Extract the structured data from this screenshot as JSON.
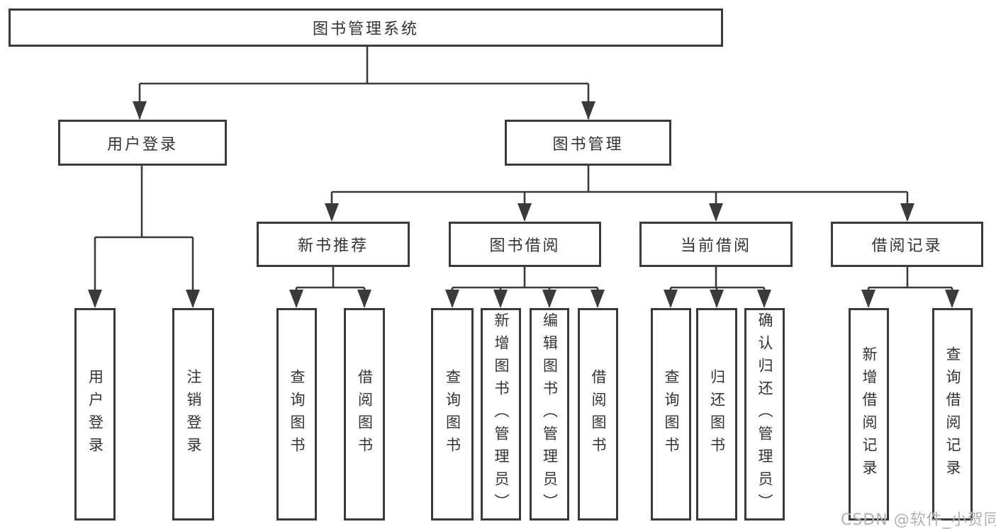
{
  "diagram": {
    "root": {
      "label": "图书管理系统",
      "children": [
        {
          "label": "用户登录",
          "children": [
            {
              "label": "用户登录"
            },
            {
              "label": "注销登录"
            }
          ]
        },
        {
          "label": "图书管理",
          "children": [
            {
              "label": "新书推荐",
              "children": [
                {
                  "label": "查询图书"
                },
                {
                  "label": "借阅图书"
                }
              ]
            },
            {
              "label": "图书借阅",
              "children": [
                {
                  "label": "查询图书"
                },
                {
                  "label": "新增图书（管理员）"
                },
                {
                  "label": "编辑图书（管理员）"
                },
                {
                  "label": "借阅图书"
                }
              ]
            },
            {
              "label": "当前借阅",
              "children": [
                {
                  "label": "查询图书"
                },
                {
                  "label": "归还图书"
                },
                {
                  "label": "确认归还（管理员）"
                }
              ]
            },
            {
              "label": "借阅记录",
              "children": [
                {
                  "label": "新增借阅记录"
                },
                {
                  "label": "查询借阅记录"
                }
              ]
            }
          ]
        }
      ]
    }
  },
  "watermark": {
    "text": "CSDN @软件_小贺同学"
  },
  "colors": {
    "line": "#3a3a3a",
    "text": "#333333",
    "watermark": "#b3b0b0",
    "background": "#ffffff"
  }
}
